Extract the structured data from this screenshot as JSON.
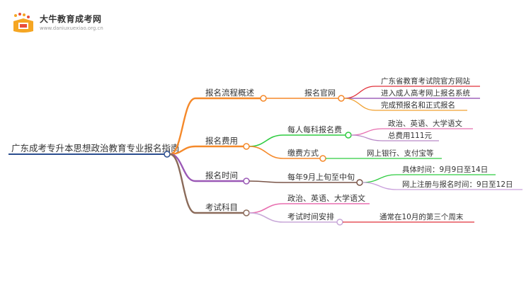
{
  "logo": {
    "title": "大牛教育成考网",
    "url": "www.daniuxuexiao.org.cn"
  },
  "root": {
    "label": "广东成考专升本思想政治教育专业报名指南"
  },
  "branches": [
    {
      "label": "报名流程概述",
      "color": "#f5892a",
      "children": [
        {
          "label": "报名官网",
          "color": "#f5892a",
          "children": [
            {
              "label": "广东省教育考试院官方网站",
              "color": "#e0303a"
            },
            {
              "label": "进入成人高考网上报名系统",
              "color": "#8e44ad"
            },
            {
              "label": "完成预报名和正式报名",
              "color": "#f0a030"
            }
          ]
        }
      ]
    },
    {
      "label": "报名费用",
      "color": "#f5892a",
      "children": [
        {
          "label": "每人每科报名费",
          "color": "#2ecc40",
          "children": [
            {
              "label": "政治、英语、大学语文",
              "color": "#e86fb0"
            },
            {
              "label": "总费用111元",
              "color": "#b98ac8"
            }
          ]
        },
        {
          "label": "缴费方式",
          "color": "#f5892a",
          "children": [
            {
              "label": "网上银行、支付宝等",
              "color": "#2ecc40"
            }
          ]
        }
      ]
    },
    {
      "label": "报名时间",
      "color": "#9b59b6",
      "children": [
        {
          "label": "每年9月上旬至中旬",
          "color": "#7a5548",
          "children": [
            {
              "label": "具体时间：9月9日至14日",
              "color": "#2ecc40"
            },
            {
              "label": "网上注册与报名时间：9日至12日",
              "color": "#c9a0dc"
            }
          ]
        }
      ]
    },
    {
      "label": "考试科目",
      "color": "#8b6b5a",
      "children": [
        {
          "label": "政治、英语、大学语文",
          "color": "#e86fb0",
          "children": []
        },
        {
          "label": "考试时间安排",
          "color": "#c8a8d8",
          "children": [
            {
              "label": "通常在10月的第三个周末",
              "color": "#e0303a"
            }
          ]
        }
      ]
    }
  ]
}
